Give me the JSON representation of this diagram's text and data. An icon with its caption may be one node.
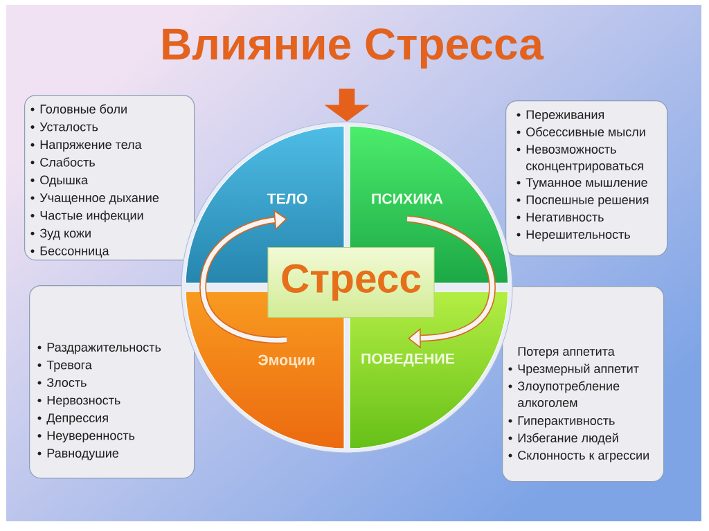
{
  "diagram": {
    "title": "Влияние Стресса",
    "nodes": [
      {
        "text": [],
        "shape": "circle"
      },
      {
        "text": [
          "ТЕЛО"
        ],
        "in": 0
      },
      {
        "text": [
          "ПСИХИКА"
        ],
        "in": 0
      },
      {
        "text": [
          "Эмоции"
        ],
        "in": 0
      },
      {
        "text": [
          "ПОВЕДЕНИЕ"
        ],
        "in": 0
      },
      {
        "text": [
          "Стресс"
        ],
        "in": 0
      },
      {
        "text": [
          "Головные боли",
          "Усталость",
          "Напряжение тела",
          "Слабость",
          "Одышка",
          "Учащенное дыхание",
          "Частые инфекции",
          "Зуд кожи",
          "Бессонница"
        ]
      },
      {
        "text": [
          "Переживания",
          "Обсессивные мысли",
          "Невозможность сконцентрироваться",
          "Туманное мышление",
          "Поспешные решения",
          "Негативность",
          "Нерешительность"
        ]
      },
      {
        "text": [
          "Раздражительность",
          "Тревога",
          "Злость",
          "Нервозность",
          "Депрессия",
          "Неуверенность",
          "Равнодушие"
        ]
      },
      {
        "text": [
          "Потеря аппетита",
          "Чрезмерный аппетит",
          "Злоупотребление алкоголем",
          "Гиперактивность",
          "Избегание людей",
          "Склонность к агрессии"
        ]
      }
    ],
    "edges": [
      {
        "from": null,
        "to": 0,
        "arrow": "to",
        "style": "thick",
        "color": "#e5601b"
      },
      {
        "from": 3,
        "to": 1,
        "arrow": "to"
      },
      {
        "from": 2,
        "to": 4,
        "arrow": "to"
      }
    ]
  }
}
